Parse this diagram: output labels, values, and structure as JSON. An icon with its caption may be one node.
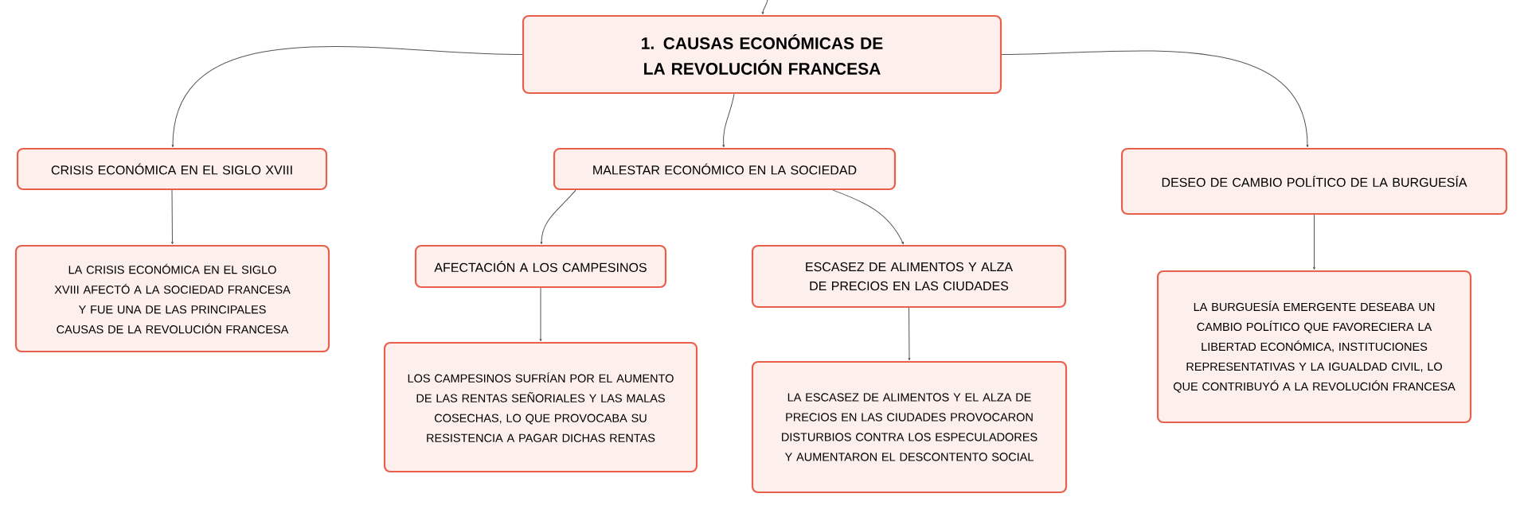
{
  "diagram": {
    "nodes": [
      {
        "text": [
          "1. CAUSAS ECONÓMICAS DE LA REVOLUCIÓN FRANCESA"
        ]
      },
      {
        "text": [
          "CRISIS ECONÓMICA EN EL SIGLO XVIII"
        ]
      },
      {
        "text": [
          "MALESTAR ECONÓMICO EN LA SOCIEDAD"
        ]
      },
      {
        "text": [
          "DESEO DE CAMBIO POLÍTICO DE LA BURGUESÍA"
        ]
      },
      {
        "text": [
          "LA CRISIS ECONÓMICA EN EL SIGLO XVIII AFECTÓ A LA SOCIEDAD FRANCESA Y FUE UNA DE LAS PRINCIPALES CAUSAS DE LA REVOLUCIÓN FRANCESA"
        ]
      },
      {
        "text": [
          "AFECTACIÓN A LOS CAMPESINOS"
        ]
      },
      {
        "text": [
          "ESCASEZ DE ALIMENTOS Y ALZA DE PRECIOS EN LAS CIUDADES"
        ]
      },
      {
        "text": [
          "LOS CAMPESINOS SUFRÍAN POR EL AUMENTO DE LAS RENTAS SEÑORIALES Y LAS MALAS COSECHAS, LO QUE PROVOCABA SU RESISTENCIA A PAGAR DICHAS RENTAS"
        ]
      },
      {
        "text": [
          "LA ESCASEZ DE ALIMENTOS Y EL ALZA DE PRECIOS EN LAS CIUDADES PROVOCARON DISTURBIOS CONTRA LOS ESPECULADORES Y AUMENTARON EL DESCONTENTO SOCIAL"
        ]
      },
      {
        "text": [
          "LA BURGUESÍA EMERGENTE DESEABA UN CAMBIO POLÍTICO QUE FAVORECIERA LA LIBERTAD ECONÓMICA, INSTITUCIONES REPRESENTATIVAS Y LA IGUALDAD CIVIL, LO QUE CONTRIBUYÓ A LA REVOLUCIÓN FRANCESA"
        ]
      }
    ],
    "edges": [
      {
        "from": null,
        "to": 0,
        "arrow": "to"
      },
      {
        "from": 0,
        "to": 1,
        "arrow": "to"
      },
      {
        "from": 0,
        "to": 2,
        "arrow": "to"
      },
      {
        "from": 0,
        "to": 3,
        "arrow": "to"
      },
      {
        "from": 1,
        "to": 4,
        "arrow": "to"
      },
      {
        "from": 2,
        "to": 5,
        "arrow": "to"
      },
      {
        "from": 2,
        "to": 6,
        "arrow": "to"
      },
      {
        "from": 3,
        "to": 9,
        "arrow": "to"
      },
      {
        "from": 5,
        "to": 7,
        "arrow": "to"
      },
      {
        "from": 6,
        "to": 8,
        "arrow": "to"
      }
    ]
  }
}
